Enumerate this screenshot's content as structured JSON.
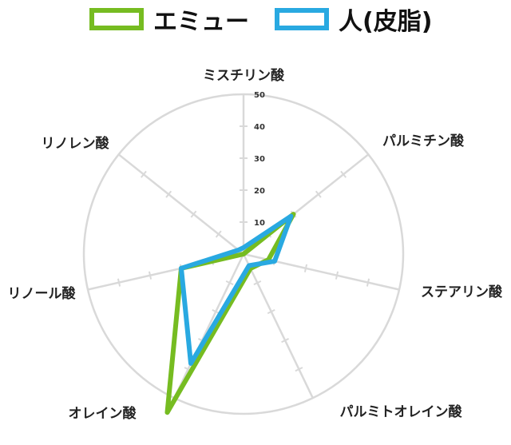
{
  "chart_data": {
    "type": "radar",
    "axes": [
      "ミスチリン酸",
      "パルミチン酸",
      "ステアリン酸",
      "パルミトオレイン酸",
      "オレイン酸",
      "リノール酸",
      "リノレン酸"
    ],
    "rlim": [
      0,
      50
    ],
    "ticks": [
      "10",
      "20",
      "30",
      "40",
      "50"
    ],
    "tick_values": [
      10,
      20,
      30,
      40,
      50
    ],
    "grid": true,
    "legend_position": "top",
    "series": [
      {
        "name": "エミュー",
        "color": "#76bc21",
        "values": [
          0,
          20,
          8,
          5,
          55,
          20,
          0
        ]
      },
      {
        "name": "人(皮脂)",
        "color": "#29a9e1",
        "values": [
          2,
          19,
          10,
          4,
          38,
          20,
          2
        ]
      }
    ]
  }
}
